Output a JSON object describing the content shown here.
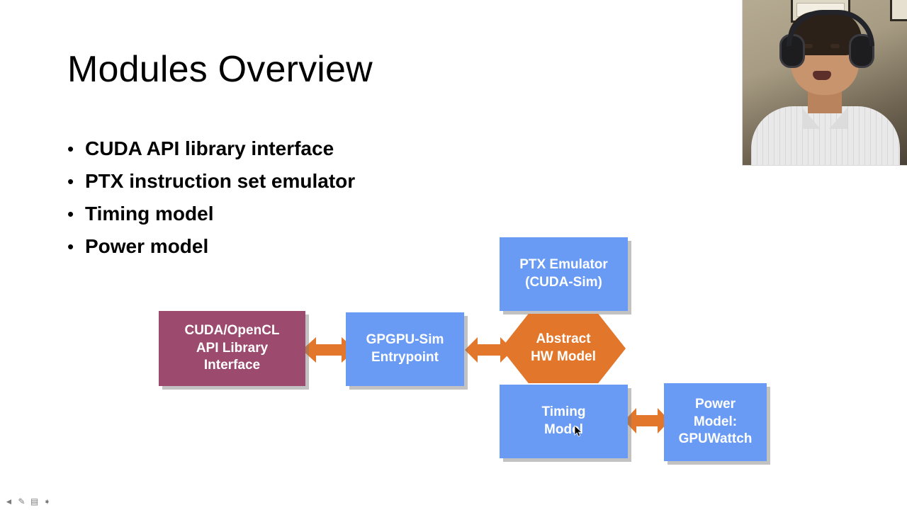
{
  "slide": {
    "title": "Modules Overview",
    "bullet_marker": "•",
    "bullets": [
      "CUDA API library interface",
      "PTX instruction set emulator",
      "Timing model",
      "Power model"
    ]
  },
  "diagram": {
    "type": "block-diagram",
    "nodes": [
      {
        "id": "api-library",
        "label": "CUDA/OpenCL\nAPI Library\nInterface",
        "color": "#9c4a6e",
        "shape": "rect"
      },
      {
        "id": "entrypoint",
        "label": "GPGPU-Sim\nEntrypoint",
        "color": "#6a9bf4",
        "shape": "rect"
      },
      {
        "id": "ptx-emulator",
        "label": "PTX Emulator\n(CUDA-Sim)",
        "color": "#6a9bf4",
        "shape": "rect"
      },
      {
        "id": "abstract-hw",
        "label": "Abstract\nHW Model",
        "color": "#e2762a",
        "shape": "hexagon"
      },
      {
        "id": "timing-model",
        "label": "Timing\nModel",
        "color": "#6a9bf4",
        "shape": "rect"
      },
      {
        "id": "power-model",
        "label": "Power\nModel:\nGPUWattch",
        "color": "#6a9bf4",
        "shape": "rect"
      }
    ],
    "connectors": [
      {
        "from": "api-library",
        "to": "entrypoint",
        "style": "double-arrow",
        "color": "#e2762a"
      },
      {
        "from": "entrypoint",
        "to": "abstract-hw",
        "style": "double-arrow",
        "color": "#e2762a"
      },
      {
        "from": "timing-model",
        "to": "power-model",
        "style": "double-arrow",
        "color": "#e2762a"
      }
    ]
  },
  "webcam": {
    "label": "presenter-webcam"
  },
  "player_controls": {
    "previous": "◄",
    "pen": "✎",
    "slide": "▤",
    "next": "➧"
  }
}
